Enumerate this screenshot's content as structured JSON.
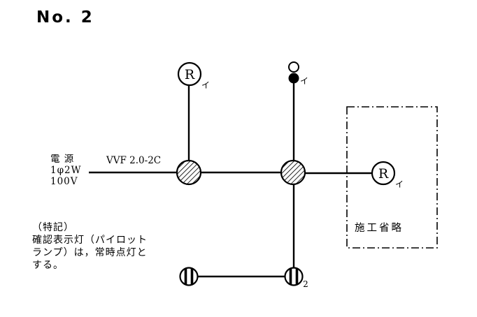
{
  "title": "No. 2",
  "power_source": {
    "name": "電 源",
    "phase": "1φ2W",
    "voltage": "100V"
  },
  "cable": {
    "label": "VVF 2.0-2C"
  },
  "omission": {
    "label": "施工省略"
  },
  "note": {
    "line1": "（特記）",
    "line2": "確認表示灯（パイロット",
    "line3": "ランプ）は，常時点灯と",
    "line4": "する。"
  },
  "symbols": {
    "lamp_receptacle_letter": "R",
    "lamp_top_circuit": "イ",
    "lamp_right_circuit": "イ",
    "switch_circuit": "イ",
    "outlet_count": "2"
  },
  "colors": {
    "line": "#000000",
    "background": "#ffffff"
  }
}
